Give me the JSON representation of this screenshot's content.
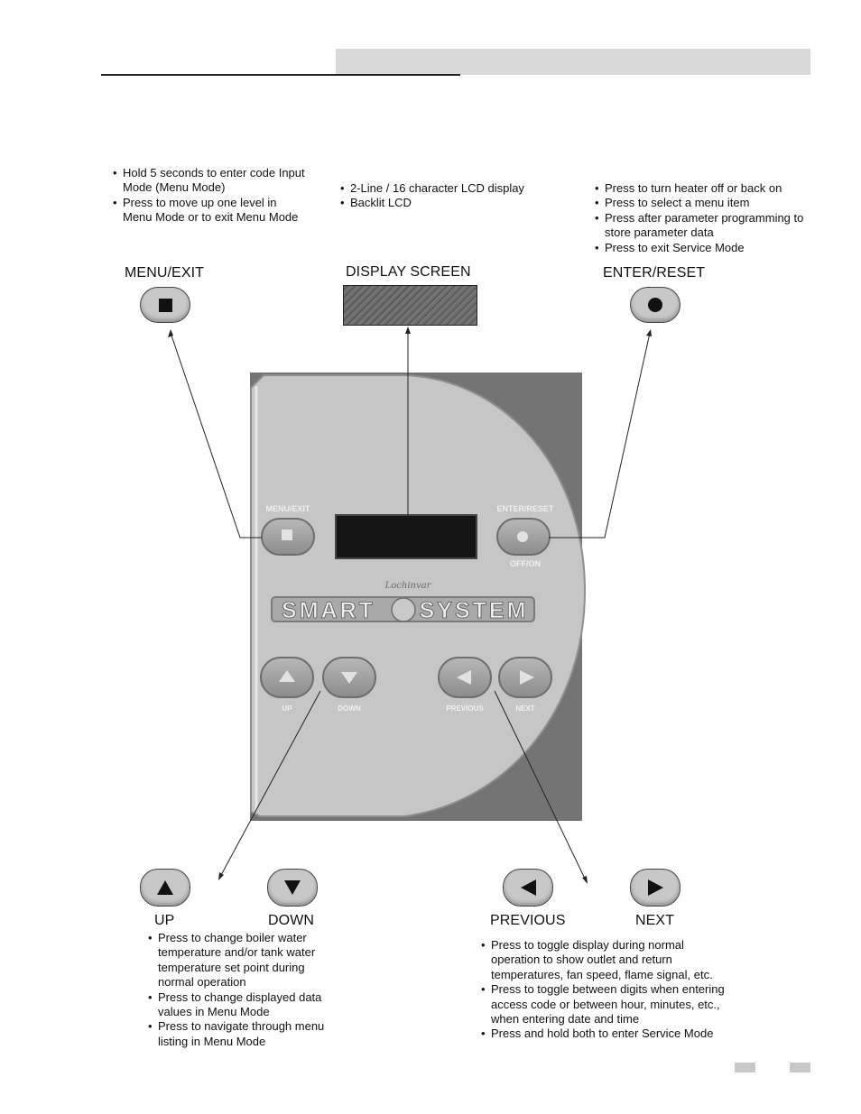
{
  "left_notes": [
    "Hold 5 seconds to enter code Input Mode (Menu Mode)",
    "Press to move up one level in Menu Mode or to exit Menu Mode"
  ],
  "center_notes": [
    "2-Line / 16 character LCD display",
    "Backlit LCD"
  ],
  "right_notes": [
    "Press to turn heater off or back on",
    "Press to select a menu item",
    "Press after parameter programming to store parameter data",
    "Press to exit Service Mode"
  ],
  "labels": {
    "menu_exit": "MENU/EXIT",
    "display_screen": "DISPLAY SCREEN",
    "enter_reset": "ENTER/RESET",
    "up": "UP",
    "down": "DOWN",
    "previous": "PREVIOUS",
    "next": "NEXT"
  },
  "panel": {
    "menu_exit": "MENU/EXIT",
    "enter_reset": "ENTER/RESET",
    "off_on": "OFF/ON",
    "logo_left": "SMART",
    "logo_right": "SYSTEM",
    "logo_script": "Lochinvar",
    "up": "UP",
    "down": "DOWN",
    "previous": "PREVIOUS",
    "next": "NEXT"
  },
  "updown_notes": [
    "Press to change boiler water temperature and/or tank water temperature set point during normal operation",
    "Press to change displayed data values in Menu Mode",
    "Press to navigate through menu listing in Menu Mode"
  ],
  "prevnext_notes": [
    "Press to toggle display during normal operation to show outlet and return temperatures, fan speed, flame signal, etc.",
    "Press to toggle between digits when entering access code or between hour, minutes, etc., when entering date and time",
    "Press and hold both to enter Service Mode"
  ],
  "icons": {
    "menu_exit": "square-icon",
    "enter_reset": "circle-icon",
    "up": "up-triangle-icon",
    "down": "down-triangle-icon",
    "previous": "left-triangle-icon",
    "next": "right-triangle-icon"
  },
  "colors": {
    "header_bar": "#d9d9d9",
    "panel": "#c3c3c3",
    "panel_dark": "#767676"
  }
}
